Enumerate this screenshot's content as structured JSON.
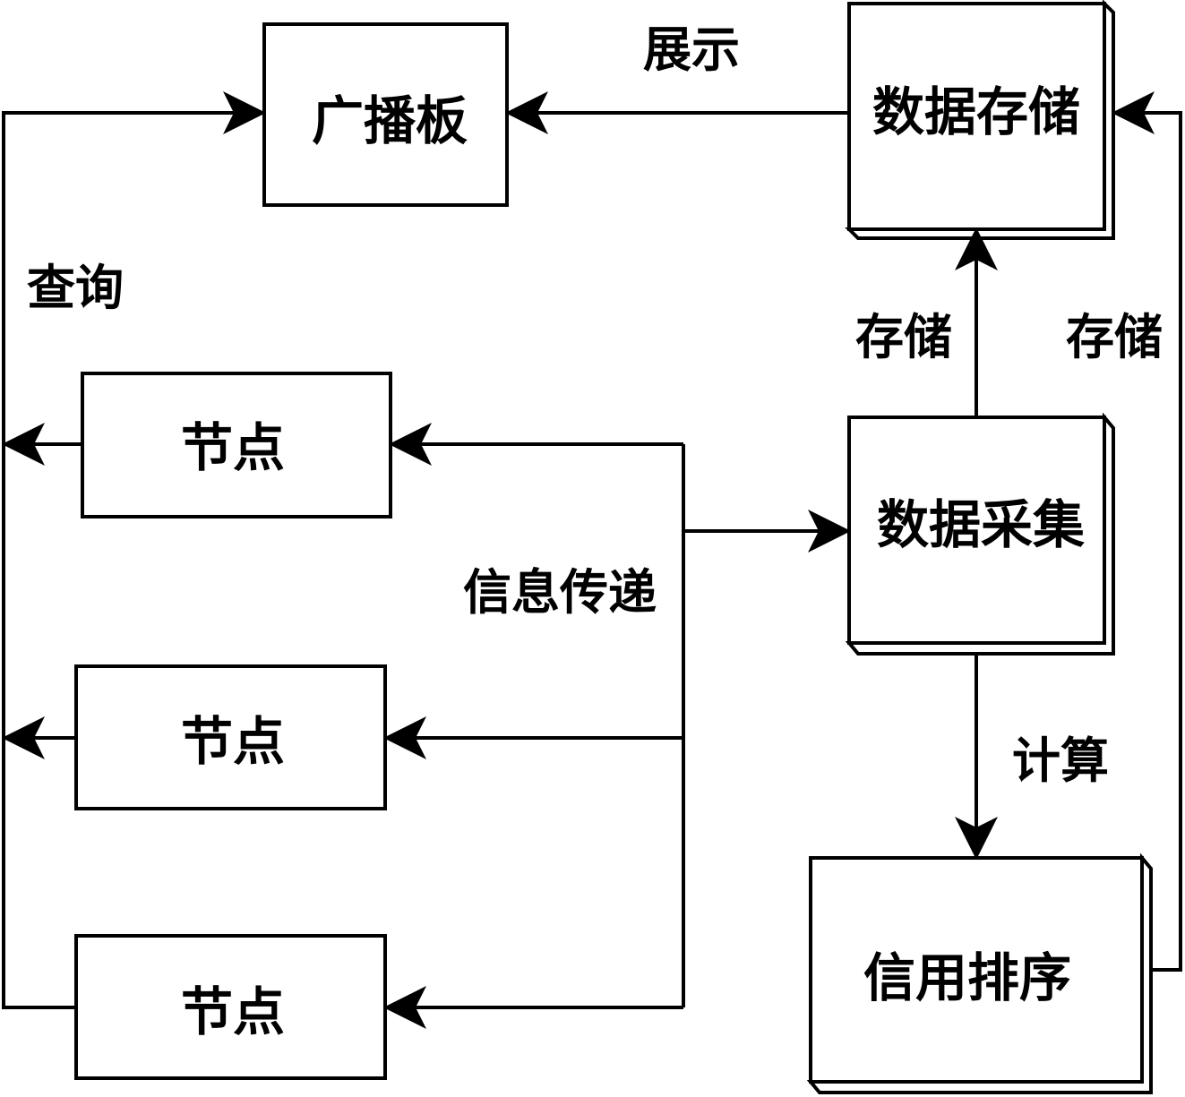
{
  "nodes": {
    "broadcast_board": "广播板",
    "data_storage": "数据存储",
    "data_collection": "数据采集",
    "credit_ranking": "信用排序",
    "node_1": "节点",
    "node_2": "节点",
    "node_3": "节点"
  },
  "edges": {
    "display": "展示",
    "query": "查询",
    "store_left": "存储",
    "store_right": "存储",
    "info_transfer": "信息传递",
    "compute": "计算"
  }
}
